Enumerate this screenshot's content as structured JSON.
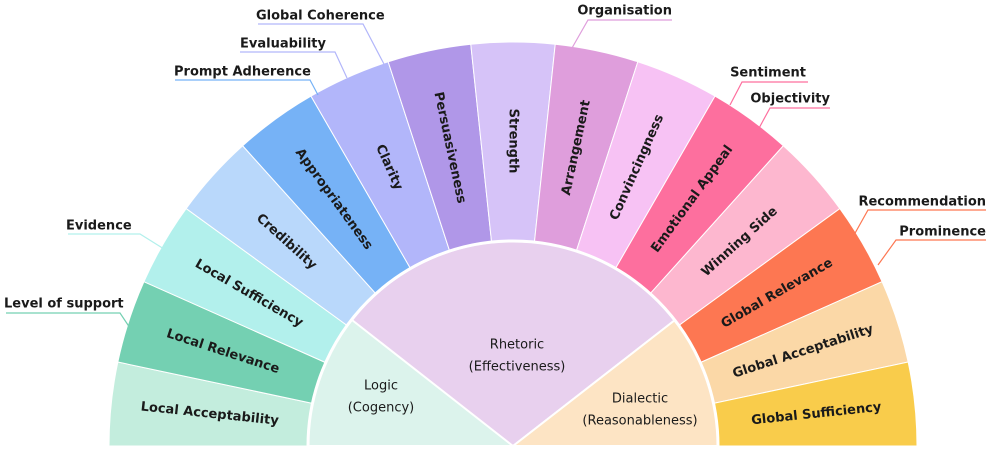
{
  "core": [
    {
      "id": "logic",
      "line1": "Logic",
      "line2": "(Cogency)",
      "color": "#dcf3ec"
    },
    {
      "id": "rhetoric",
      "line1": "Rhetoric",
      "line2": "(Effectiveness)",
      "color": "#e8d0ee"
    },
    {
      "id": "dialectic",
      "line1": "Dialectic",
      "line2": "(Reasonableness)",
      "color": "#fde4c4"
    }
  ],
  "segments": [
    {
      "label": "Local Acceptability",
      "color": "#c3eddd"
    },
    {
      "label": "Local Relevance",
      "color": "#74d0b2"
    },
    {
      "label": "Local Sufficiency",
      "color": "#b2f0ec"
    },
    {
      "label": "Credibility",
      "color": "#b9d8fb"
    },
    {
      "label": "Appropriateness",
      "color": "#76b2f6"
    },
    {
      "label": "Clarity",
      "color": "#b2b6fa"
    },
    {
      "label": "Persuasiveness",
      "color": "#b097e8"
    },
    {
      "label": "Strength",
      "color": "#d6c3f8"
    },
    {
      "label": "Arrangement",
      "color": "#df9edc"
    },
    {
      "label": "Convincingness",
      "color": "#f7c2f4"
    },
    {
      "label": "Emotional Appeal",
      "color": "#fd6f9e"
    },
    {
      "label": "Winning Side",
      "color": "#fdb7cf"
    },
    {
      "label": "Global Relevance",
      "color": "#fd7752"
    },
    {
      "label": "Global Acceptability",
      "color": "#fbd8a7"
    },
    {
      "label": "Global Sufficiency",
      "color": "#f9cc4b"
    }
  ],
  "callouts": [
    {
      "text": "Level of support",
      "color": "#74d0b2"
    },
    {
      "text": "Evidence",
      "color": "#b2f0ec"
    },
    {
      "text": "Prompt Adherence",
      "color": "#76b2f6"
    },
    {
      "text": "Evaluability",
      "color": "#b2b6fa"
    },
    {
      "text": "Global Coherence",
      "color": "#b2b6fa"
    },
    {
      "text": "Organisation",
      "color": "#df9edc"
    },
    {
      "text": "Sentiment",
      "color": "#fd6f9e"
    },
    {
      "text": "Objectivity",
      "color": "#fd6f9e"
    },
    {
      "text": "Recommendation",
      "color": "#fd7752"
    },
    {
      "text": "Prominence",
      "color": "#fd7752"
    }
  ]
}
